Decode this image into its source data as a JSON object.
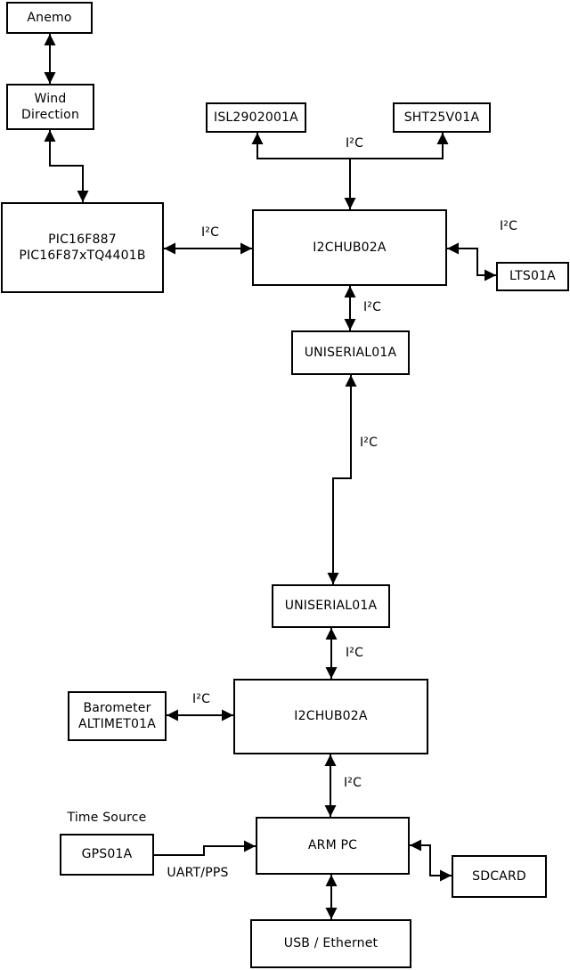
{
  "diagram": {
    "type": "block-diagram",
    "colors": {
      "line": "#000000",
      "box_fill": "#ffffff",
      "background": "#ffffff",
      "text": "#000000"
    },
    "nodes": {
      "anemo": {
        "label": "Anemo"
      },
      "wind_direction": {
        "label": "Wind\nDirection"
      },
      "pic": {
        "label": "PIC16F887\nPIC16F87xTQ4401B"
      },
      "isl": {
        "label": "ISL2902001A"
      },
      "sht": {
        "label": "SHT25V01A"
      },
      "i2chub_upper": {
        "label": "I2CHUB02A"
      },
      "lts": {
        "label": "LTS01A"
      },
      "uniserial_upper": {
        "label": "UNISERIAL01A"
      },
      "uniserial_lower": {
        "label": "UNISERIAL01A"
      },
      "i2chub_lower": {
        "label": "I2CHUB02A"
      },
      "barometer": {
        "label": "Barometer\nALTIMET01A"
      },
      "gps": {
        "label": "GPS01A"
      },
      "arm_pc": {
        "label": "ARM PC"
      },
      "sdcard": {
        "label": "SDCARD"
      },
      "usb_ethernet": {
        "label": "USB / Ethernet"
      }
    },
    "annotations": {
      "time_source": "Time Source"
    },
    "edges": [
      {
        "from": "anemo",
        "to": "wind_direction",
        "label": "",
        "direction": "both"
      },
      {
        "from": "wind_direction",
        "to": "pic",
        "label": "",
        "direction": "both"
      },
      {
        "from": "pic",
        "to": "i2chub_upper",
        "label": "I²C",
        "direction": "both"
      },
      {
        "from": "i2chub_upper",
        "to": "isl,sht",
        "label": "I²C",
        "direction": "up-branch"
      },
      {
        "from": "i2chub_upper",
        "to": "lts",
        "label": "I²C",
        "direction": "both"
      },
      {
        "from": "i2chub_upper",
        "to": "uniserial_upper",
        "label": "I²C",
        "direction": "both"
      },
      {
        "from": "uniserial_upper",
        "to": "uniserial_lower",
        "label": "I²C",
        "direction": "both"
      },
      {
        "from": "uniserial_lower",
        "to": "i2chub_lower",
        "label": "I²C",
        "direction": "both"
      },
      {
        "from": "barometer",
        "to": "i2chub_lower",
        "label": "I²C",
        "direction": "both"
      },
      {
        "from": "i2chub_lower",
        "to": "arm_pc",
        "label": "I²C",
        "direction": "both"
      },
      {
        "from": "gps",
        "to": "arm_pc",
        "label": "UART/PPS",
        "direction": "forward"
      },
      {
        "from": "arm_pc",
        "to": "sdcard",
        "label": "",
        "direction": "both"
      },
      {
        "from": "arm_pc",
        "to": "usb_ethernet",
        "label": "",
        "direction": "both"
      }
    ]
  }
}
